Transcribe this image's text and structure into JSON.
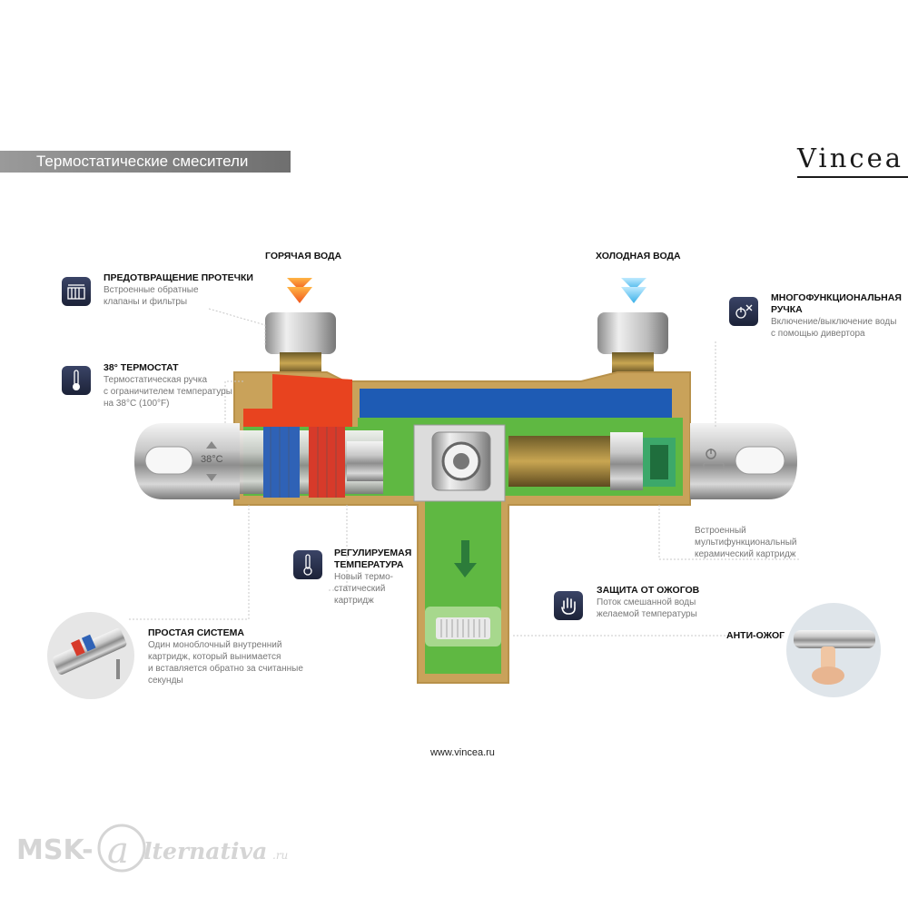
{
  "header": {
    "category_title": "Термостатические смесители",
    "brand": "Vincea"
  },
  "inlets": {
    "hot_label": "ГОРЯЧАЯ ВОДА",
    "cold_label": "ХОЛОДНАЯ ВОДА"
  },
  "features": {
    "leak": {
      "title": "ПРЕДОТВРАЩЕНИЕ ПРОТЕЧКИ",
      "lines": [
        "Встроенные обратные",
        "клапаны и фильтры"
      ]
    },
    "thermostat": {
      "title": "38° ТЕРМОСТАТ",
      "lines": [
        "Термостатическая ручка",
        "с ограничителем температуры",
        "на 38°C (100°F)"
      ]
    },
    "multi_handle": {
      "title_lines": [
        "МНОГОФУНКЦИОНАЛЬНАЯ",
        "РУЧКА"
      ],
      "lines": [
        "Включение/выключение воды",
        "с помощью дивертора"
      ]
    },
    "cartridge": {
      "lines": [
        "Встроенный",
        "мультифункциональный",
        "керамический картридж"
      ]
    },
    "adjustable": {
      "title_lines": [
        "РЕГУЛИРУЕМАЯ",
        "ТЕМПЕРАТУРА"
      ],
      "lines": [
        "Новый термо-",
        "статический",
        "картридж"
      ]
    },
    "burn": {
      "title": "ЗАЩИТА ОТ ОЖОГОВ",
      "lines": [
        "Поток смешанной воды",
        "желаемой температуры"
      ]
    },
    "anti_burn": {
      "title": "АНТИ-ОЖОГ"
    },
    "simple": {
      "title": "ПРОСТАЯ СИСТЕМА",
      "lines": [
        "Один моноблочный внутренний",
        "картридж, который вынимается",
        "и вставляется обратно за считанные",
        "секунды"
      ]
    }
  },
  "knob_label": "38°C",
  "website": "www.vincea.ru",
  "watermark": "MSK-@lternativa.ru",
  "colors": {
    "hot": "#e8431f",
    "cold": "#1e5bb4",
    "mixed": "#5fb842",
    "body_outline": "#c9a25a",
    "icon_bg": "#2a3350"
  }
}
